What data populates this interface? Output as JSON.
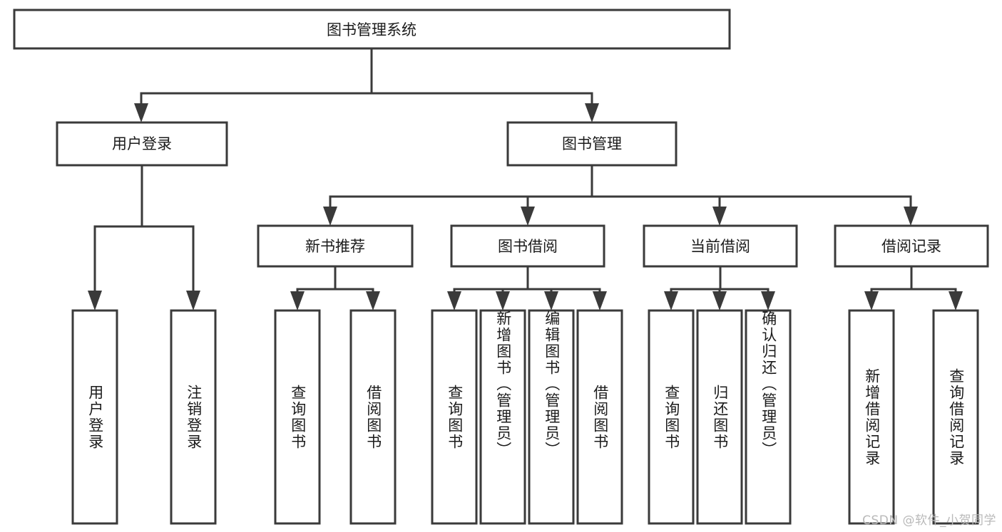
{
  "diagram": {
    "type": "tree",
    "title": "图书管理系统",
    "watermark": "CSDN @软件_小贺同学",
    "colors": {
      "box_stroke": "#3a3a3a",
      "box_fill": "#ffffff",
      "text": "#1b1b1b",
      "connector": "#3a3a3a",
      "watermark": "#b9b9b9",
      "background": "#ffffff"
    },
    "root": {
      "label": "图书管理系统"
    },
    "level2": [
      {
        "label": "用户登录"
      },
      {
        "label": "图书管理"
      }
    ],
    "level3": [
      {
        "label": "新书推荐"
      },
      {
        "label": "图书借阅"
      },
      {
        "label": "当前借阅"
      },
      {
        "label": "借阅记录"
      }
    ],
    "leaves": {
      "user_login": [
        {
          "label": "用户登录"
        },
        {
          "label": "注销登录"
        }
      ],
      "new_book_recommend": [
        {
          "label": "查询图书"
        },
        {
          "label": "借阅图书"
        }
      ],
      "book_borrow": [
        {
          "label": "查询图书"
        },
        {
          "label": "新增图书（管理员）"
        },
        {
          "label": "编辑图书（管理员）"
        },
        {
          "label": "借阅图书"
        }
      ],
      "current_borrow": [
        {
          "label": "查询图书"
        },
        {
          "label": "归还图书"
        },
        {
          "label": "确认归还（管理员）"
        }
      ],
      "borrow_record": [
        {
          "label": "新增借阅记录"
        },
        {
          "label": "查询借阅记录"
        }
      ]
    }
  }
}
